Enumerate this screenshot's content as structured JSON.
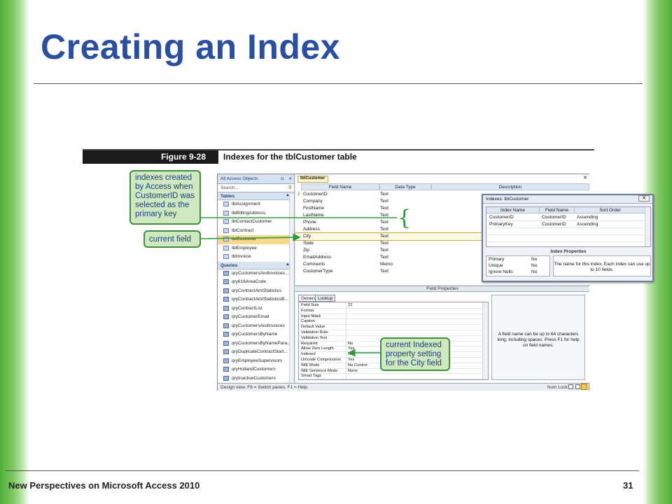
{
  "slide": {
    "title": "Creating an Index",
    "footer": "New Perspectives on Microsoft Access 2010",
    "page_number": "31",
    "accent_color": "#2a4fa0",
    "stripe_color": "#4fae3a"
  },
  "figure": {
    "number": "Figure 9-28",
    "caption": "Indexes for the tblCustomer table"
  },
  "nav_pane": {
    "header": "All Access Objects",
    "search_placeholder": "Search...",
    "tables_label": "Tables",
    "tables": [
      "tblAssignment",
      "tblBillingAddress",
      "tblContactCustomer",
      "tblContract",
      "tblCustomer",
      "tblEmployee",
      "tblInvoice"
    ],
    "selected_table": "tblCustomer",
    "queries_label": "Queries",
    "queries": [
      "qryCustomersAndInvoices...",
      "qry616AreaCode",
      "qryContractAmtStatistics",
      "qryContractAmtStatisticsB...",
      "qryContractList",
      "qryCustomerEmail",
      "qryCustomersAndInvoices",
      "qryCustomersByName",
      "qryCustomersByNamePara...",
      "qryDuplicateContractStart...",
      "qryEmployeeSupervisors",
      "qryHollandCustomers",
      "qryInactiveCustomers"
    ]
  },
  "table_design": {
    "tab": "tblCustomer",
    "headers": {
      "field_name": "Field Name",
      "data_type": "Data Type",
      "description": "Description"
    },
    "fields": [
      {
        "name": "CustomerID",
        "type": "Text"
      },
      {
        "name": "Company",
        "type": "Text"
      },
      {
        "name": "FirstName",
        "type": "Text"
      },
      {
        "name": "LastName",
        "type": "Text"
      },
      {
        "name": "Phone",
        "type": "Text"
      },
      {
        "name": "Address",
        "type": "Text"
      },
      {
        "name": "City",
        "type": "Text"
      },
      {
        "name": "State",
        "type": "Text"
      },
      {
        "name": "Zip",
        "type": "Text"
      },
      {
        "name": "EmailAddress",
        "type": "Text"
      },
      {
        "name": "Comments",
        "type": "Memo"
      },
      {
        "name": "CustomerType",
        "type": "Text"
      }
    ],
    "current_field": "City"
  },
  "indexes_dialog": {
    "title": "Indexes: tblCustomer",
    "headers": {
      "index_name": "Index Name",
      "field_name": "Field Name",
      "sort_order": "Sort Order"
    },
    "rows": [
      {
        "index": "CustomerID",
        "field": "CustomerID",
        "order": "Ascending"
      },
      {
        "index": "PrimaryKey",
        "field": "CustomerID",
        "order": "Ascending"
      }
    ],
    "properties_label": "Index Properties",
    "properties": [
      {
        "name": "Primary",
        "value": "No"
      },
      {
        "name": "Unique",
        "value": "No"
      },
      {
        "name": "Ignore Nulls",
        "value": "No"
      }
    ],
    "note": "The name for this index. Each index can use up to 10 fields."
  },
  "field_properties": {
    "label": "Field Properties",
    "tabs": [
      "General",
      "Lookup"
    ],
    "rows": [
      {
        "name": "Field Size",
        "value": "22"
      },
      {
        "name": "Format",
        "value": ""
      },
      {
        "name": "Input Mask",
        "value": ""
      },
      {
        "name": "Caption",
        "value": ""
      },
      {
        "name": "Default Value",
        "value": ""
      },
      {
        "name": "Validation Rule",
        "value": ""
      },
      {
        "name": "Validation Text",
        "value": ""
      },
      {
        "name": "Required",
        "value": "No"
      },
      {
        "name": "Allow Zero Length",
        "value": "Yes"
      },
      {
        "name": "Indexed",
        "value": "No"
      },
      {
        "name": "Unicode Compression",
        "value": "Yes"
      },
      {
        "name": "IME Mode",
        "value": "No Control"
      },
      {
        "name": "IME Sentence Mode",
        "value": "None"
      },
      {
        "name": "Smart Tags",
        "value": ""
      }
    ],
    "note": "A field name can be up to 64 characters long, including spaces. Press F1 for help on field names."
  },
  "status_bar": {
    "left": "Design view.  F6 = Switch panes.  F1 = Help.",
    "right": "Num Lock"
  },
  "callouts": {
    "indexes": "indexes created by Access when CustomerID was selected as the primary key",
    "current_field": "current field",
    "indexed_property": "current Indexed property setting for the City field"
  }
}
